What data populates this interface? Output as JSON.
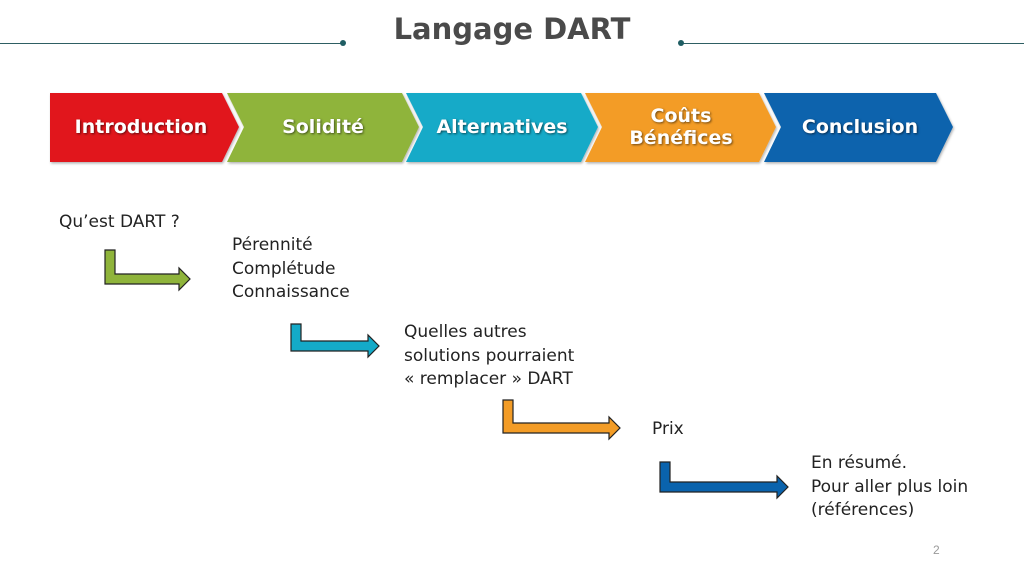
{
  "slide": {
    "title": "Langage DART",
    "page_number": "2"
  },
  "steps": [
    {
      "label": "Introduction",
      "color": "#e1121f"
    },
    {
      "label": "Solidité",
      "color": "#8fb43b"
    },
    {
      "label": "Alternatives",
      "color": "#14aac8"
    },
    {
      "label": "Coûts\nBénéfices",
      "color": "#f39c26"
    },
    {
      "label": "Conclusion",
      "color": "#0a63ad"
    }
  ],
  "notes": {
    "intro": [
      "Qu’est DART ?"
    ],
    "solidite": [
      "Pérennité",
      "Complétude",
      "Connaissance"
    ],
    "alternatives": [
      "Quelles autres",
      "solutions pourraient",
      "« remplacer » DART"
    ],
    "couts": [
      "Prix"
    ],
    "conclusion": [
      "En résumé.",
      "Pour aller plus loin",
      "(références)"
    ]
  },
  "colors": {
    "rule": "#2e5f63",
    "title": "#4a4a4a"
  },
  "icons": [
    "bent-arrow-icon"
  ]
}
